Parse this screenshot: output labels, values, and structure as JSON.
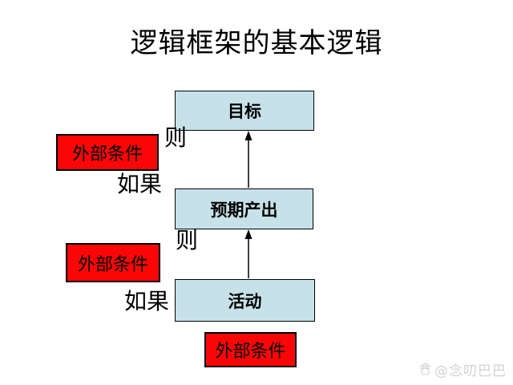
{
  "page": {
    "title": "逻辑框架的基本逻辑"
  },
  "diagram": {
    "boxes": [
      {
        "id": "goal",
        "label": "目标"
      },
      {
        "id": "output",
        "label": "预期产出"
      },
      {
        "id": "activity",
        "label": "活动"
      }
    ],
    "condition_boxes": [
      {
        "label": "外部条件"
      },
      {
        "label": "外部条件"
      },
      {
        "label": "外部条件"
      }
    ],
    "logic_labels": [
      {
        "text": "则"
      },
      {
        "text": "如果"
      },
      {
        "text": "则"
      },
      {
        "text": "如果"
      }
    ],
    "colors": {
      "stage_fill": "#c6e2e8",
      "stage_border": "#000000",
      "condition_fill": "#fb0606",
      "condition_text": "#000000",
      "arrow": "#000000",
      "title_text": "#000000"
    }
  },
  "watermark": {
    "icon": "baidu-paw-icon",
    "text": "@念叨巴巴",
    "color": "#d2d2d2"
  }
}
